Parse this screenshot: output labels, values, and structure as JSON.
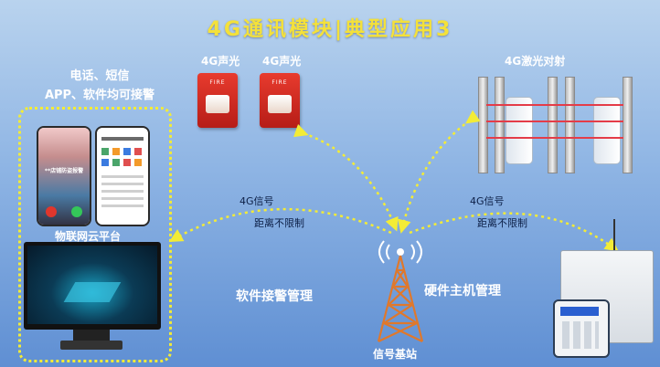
{
  "title": "4G通讯模块|典型应用3",
  "left_panel": {
    "caption_line1": "电话、短信",
    "caption_line2": "APP、软件均可接警",
    "phone_screen_text": "**店铺防盗报警",
    "platform_label": "物联网云平台"
  },
  "devices": {
    "alarm1_label": "4G声光",
    "alarm2_label": "4G声光",
    "alarm_face_text": "FIRE",
    "laser_label": "4G激光对射"
  },
  "links": {
    "left_signal": "4G信号",
    "left_distance": "距离不限制",
    "right_signal": "4G信号",
    "right_distance": "距离不限制"
  },
  "sections": {
    "software_mgmt": "软件接警管理",
    "hardware_mgmt": "硬件主机管理"
  },
  "tower_label": "信号基站",
  "colors": {
    "title": "#f4e13a",
    "dotted": "#f3ec36",
    "alarm_red": "#e83b2e",
    "laser_beam": "#e43c48",
    "tower": "#e0782b"
  }
}
